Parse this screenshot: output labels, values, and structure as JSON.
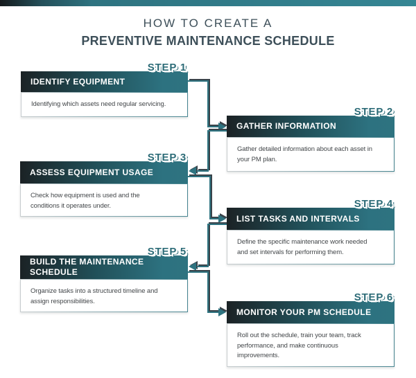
{
  "title": {
    "line1": "HOW TO CREATE A",
    "line2": "PREVENTIVE MAINTENANCE SCHEDULE"
  },
  "steps": [
    {
      "label": "STEP 1",
      "title": "IDENTIFY EQUIPMENT",
      "description_lines": [
        "Identifying which assets need regular servicing."
      ],
      "side": "left"
    },
    {
      "label": "STEP 2",
      "title": "GATHER INFORMATION",
      "description_lines": [
        "Gather detailed information about each asset in",
        "your PM plan."
      ],
      "side": "right"
    },
    {
      "label": "STEP 3",
      "title": "ASSESS EQUIPMENT USAGE",
      "description_lines": [
        "Check how equipment is used and the",
        "conditions it operates under."
      ],
      "side": "left"
    },
    {
      "label": "STEP 4",
      "title": "LIST TASKS AND INTERVALS",
      "description_lines": [
        "Define the specific maintenance work needed",
        "and set intervals for performing them."
      ],
      "side": "right"
    },
    {
      "label": "STEP 5",
      "title": [
        "BUILD THE MAINTENANCE",
        "SCHEDULE"
      ],
      "description_lines": [
        "Organize tasks into a structured timeline and",
        "assign responsibilities."
      ],
      "side": "left"
    },
    {
      "label": "STEP 6",
      "title": "MONITOR YOUR PM SCHEDULE",
      "description_lines": [
        "Roll out the schedule, train your team, track",
        "performance, and make continuous",
        "improvements."
      ],
      "side": "right"
    }
  ],
  "connectors": [
    {
      "from": "STEP 1",
      "to": "STEP 2"
    },
    {
      "from": "STEP 2",
      "to": "STEP 3"
    },
    {
      "from": "STEP 3",
      "to": "STEP 4"
    },
    {
      "from": "STEP 4",
      "to": "STEP 5"
    },
    {
      "from": "STEP 5",
      "to": "STEP 6"
    }
  ],
  "colors": {
    "accent_teal": "#2e7380",
    "accent_dark": "#1d2427",
    "connector_teal": "#2e7380",
    "connector_dark": "#39434a",
    "step_label_teal": "#2c6b77",
    "title_text": "#3d4f59",
    "body_text": "#424649",
    "card_border_left": "#c7ccce",
    "card_border_right": "#44838f",
    "background": "#ffffff"
  }
}
